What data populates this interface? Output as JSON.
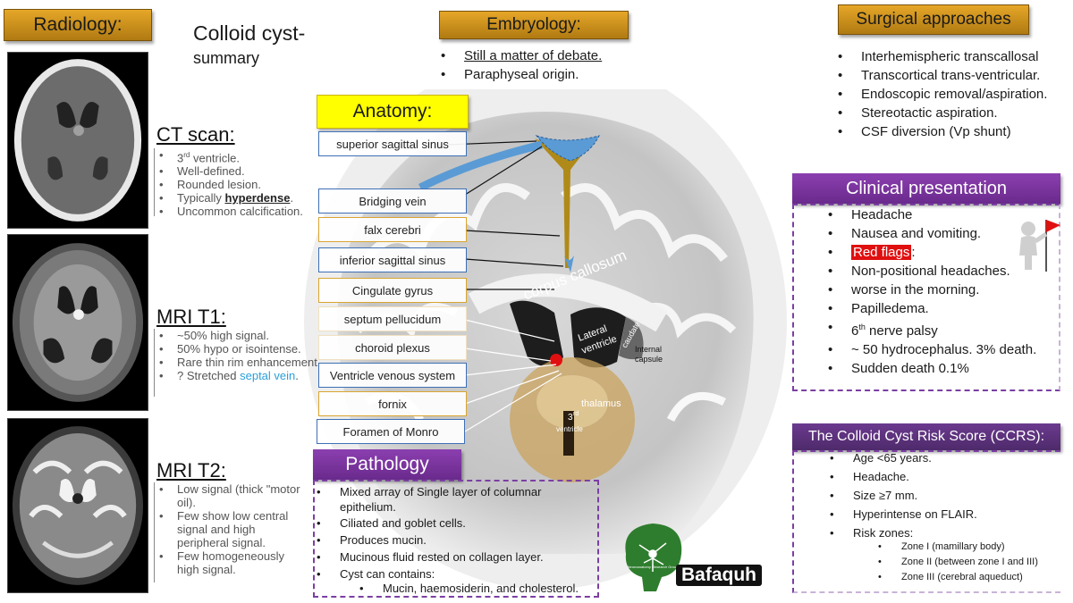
{
  "radiology": {
    "header": "Radiology:"
  },
  "summary_title": {
    "line1": "Colloid cyst-",
    "line2": "summary"
  },
  "embryology": {
    "header": "Embryology:",
    "items": [
      "Still a matter of debate.",
      "Paraphyseal origin."
    ]
  },
  "surgical": {
    "header": "Surgical approaches",
    "items": [
      "Interhemispheric transcallosal",
      "Transcortical trans-ventricular.",
      "Endoscopic removal/aspiration.",
      "Stereotactic aspiration.",
      "CSF diversion (Vp shunt)"
    ]
  },
  "ct": {
    "title": "CT scan:",
    "items": [
      "3rd ventricle.",
      "Well-defined.",
      "Rounded lesion.",
      "Typically hyperdense.",
      "Uncommon calcification."
    ],
    "sup": "rd",
    "ventricle": " ventricle.",
    "bold_word": "hyperdense",
    "typically": "Typically ",
    "period": "."
  },
  "mri_t1": {
    "title": "MRI T1:",
    "items": [
      "~50% high signal.",
      "50% hypo or isointense.",
      "Rare thin rim enhancement.",
      "? Stretched septal vein."
    ],
    "stretched": "? Stretched ",
    "septal": "septal vein",
    "period": "."
  },
  "mri_t2": {
    "title": "MRI T2:",
    "items": [
      "Low signal (thick \"motor oil).",
      "Few show low central signal and high peripheral signal.",
      "Few homogeneously high signal."
    ]
  },
  "anatomy": {
    "header": "Anatomy:",
    "labels": [
      "superior sagittal sinus",
      "Bridging vein",
      "falx cerebri",
      "inferior sagittal sinus",
      "Cingulate gyrus",
      "septum pellucidum",
      "choroid plexus",
      "Ventricle venous system",
      "fornix",
      "Foramen of Monro"
    ]
  },
  "brain_labels": {
    "corpus_callosum": "corpus callosum",
    "lateral_ventricle_1": "Lateral",
    "lateral_ventricle_2": "ventricle",
    "caudate": "caudate",
    "internal_capsule_1": "Internal",
    "internal_capsule_2": "capsule",
    "thalamus": "thalamus",
    "third_num": "3",
    "third_sup": "rd",
    "third_ventricle": "ventricle"
  },
  "clinical": {
    "header": "Clinical presentation",
    "items": [
      "Headache",
      "Nausea and vomiting.",
      "Red flags:",
      "Non-positional headaches.",
      "worse in the morning.",
      "Papilledema.",
      "6th nerve palsy",
      "~ 50 hydrocephalus. 3% death.",
      "Sudden death 0.1%"
    ],
    "red_flags": "Red flags",
    "colon": ":",
    "sixth": "6",
    "sixth_sup": "th",
    "nerve": " nerve palsy"
  },
  "ccrs": {
    "header": "The Colloid Cyst Risk Score (CCRS):",
    "items": [
      "Age <65 years.",
      "Headache.",
      "Size ≥7 mm.",
      "Hyperintense on FLAIR.",
      "Risk zones:"
    ],
    "zones": [
      "Zone I (mamillary body)",
      "Zone II (between zone I and III)",
      "Zone III (cerebral aqueduct)"
    ]
  },
  "pathology": {
    "header": "Pathology",
    "items": [
      "Mixed array of Single layer of columnar epithelium.",
      "Ciliated and goblet cells.",
      "Produces mucin.",
      "Mucinous fluid rested on collagen layer.",
      "Cyst can contains:"
    ],
    "sub": [
      "Mucin, haemosiderin, and cholesterol."
    ]
  },
  "logo": {
    "text": "Neuroanatomy Research Group",
    "brand": "Bafaquh"
  },
  "colors": {
    "gold": "#d49a1e",
    "purple": "#7b3fa3",
    "blue": "#3d6fb5",
    "red": "#e01010",
    "septal": "#2aa0d8"
  }
}
